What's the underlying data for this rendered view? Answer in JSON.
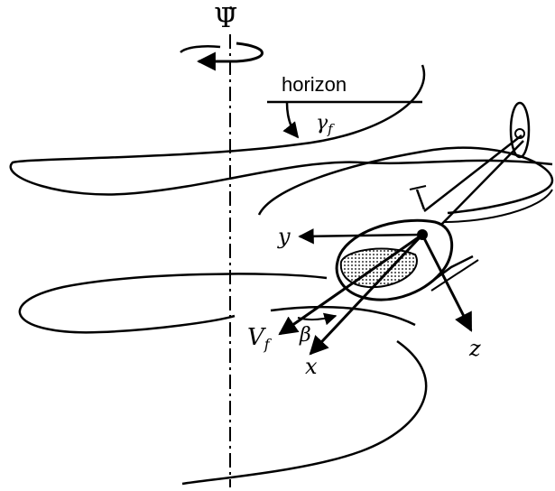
{
  "labels": {
    "yaw_rate": "Ψ̇",
    "horizon": "horizon",
    "flight_path_angle": "γ",
    "flight_path_angle_sub": "f",
    "axis_y": "y",
    "axis_x": "x",
    "axis_z": "z",
    "velocity": "V",
    "velocity_sub": "f",
    "sideslip": "β"
  },
  "colors": {
    "ink": "#000000",
    "background": "#ffffff",
    "cockpit_shading": "#9a9a9a"
  }
}
